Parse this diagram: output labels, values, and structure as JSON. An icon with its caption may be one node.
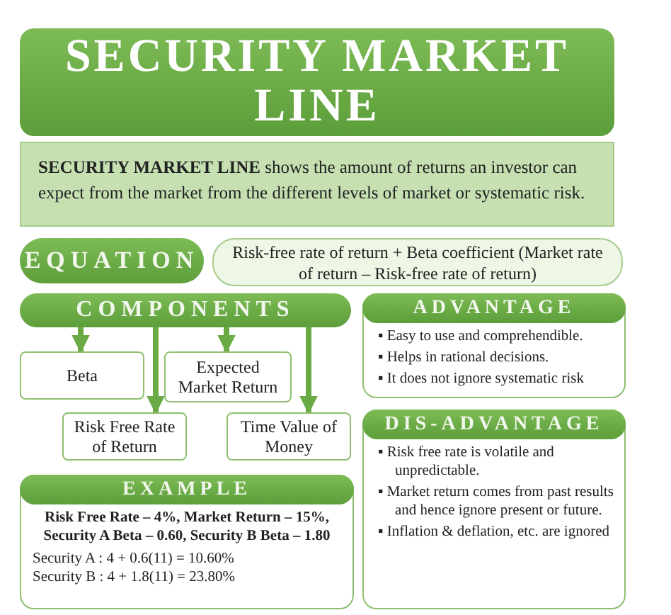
{
  "diagram": {
    "title": "SECURITY MARKET LINE",
    "nodes": [
      {
        "text": [
          "**SECURITY MARKET LINE** shows the amount of returns an investor can expect from the market from the different levels of market or systematic risk."
        ]
      },
      {
        "text": [
          "EQUATION"
        ]
      },
      {
        "text": [
          "Risk-free rate of return + Beta coefficient (Market rate of return – Risk-free rate of return)"
        ]
      },
      {
        "text": [
          "COMPONENTS"
        ]
      },
      {
        "text": [
          "Beta"
        ]
      },
      {
        "text": [
          "Expected Market Return"
        ]
      },
      {
        "text": [
          "Risk Free Rate of Return"
        ]
      },
      {
        "text": [
          "Time Value of Money"
        ]
      },
      {
        "text": [
          "ADVANTAGE",
          "▪ Easy to use and comprehendible.",
          "▪ Helps in rational decisions.",
          "▪ It does not ignore systematic risk"
        ]
      },
      {
        "text": [
          "DIS-ADVANTAGE",
          "▪ Risk free rate is volatile and unpredictable.",
          "▪ Market return comes from past results and hence ignore present or future.",
          "▪ Inflation & deflation, etc. are ignored"
        ]
      },
      {
        "text": [
          "EXAMPLE",
          "**Risk Free Rate – 4%, Market Return – 15%, Security A Beta – 0.60, Security B Beta – 1.80**",
          "Security A : 4 + 0.6(11) = 10.60%",
          "Security B : 4 + 1.8(11) = 23.80%"
        ]
      }
    ],
    "edges": [
      {
        "from": 3,
        "to": 4,
        "arrow": "to"
      },
      {
        "from": 3,
        "to": 6,
        "arrow": "to"
      },
      {
        "from": 3,
        "to": 5,
        "arrow": "to"
      },
      {
        "from": 3,
        "to": 7,
        "arrow": "to"
      }
    ]
  }
}
